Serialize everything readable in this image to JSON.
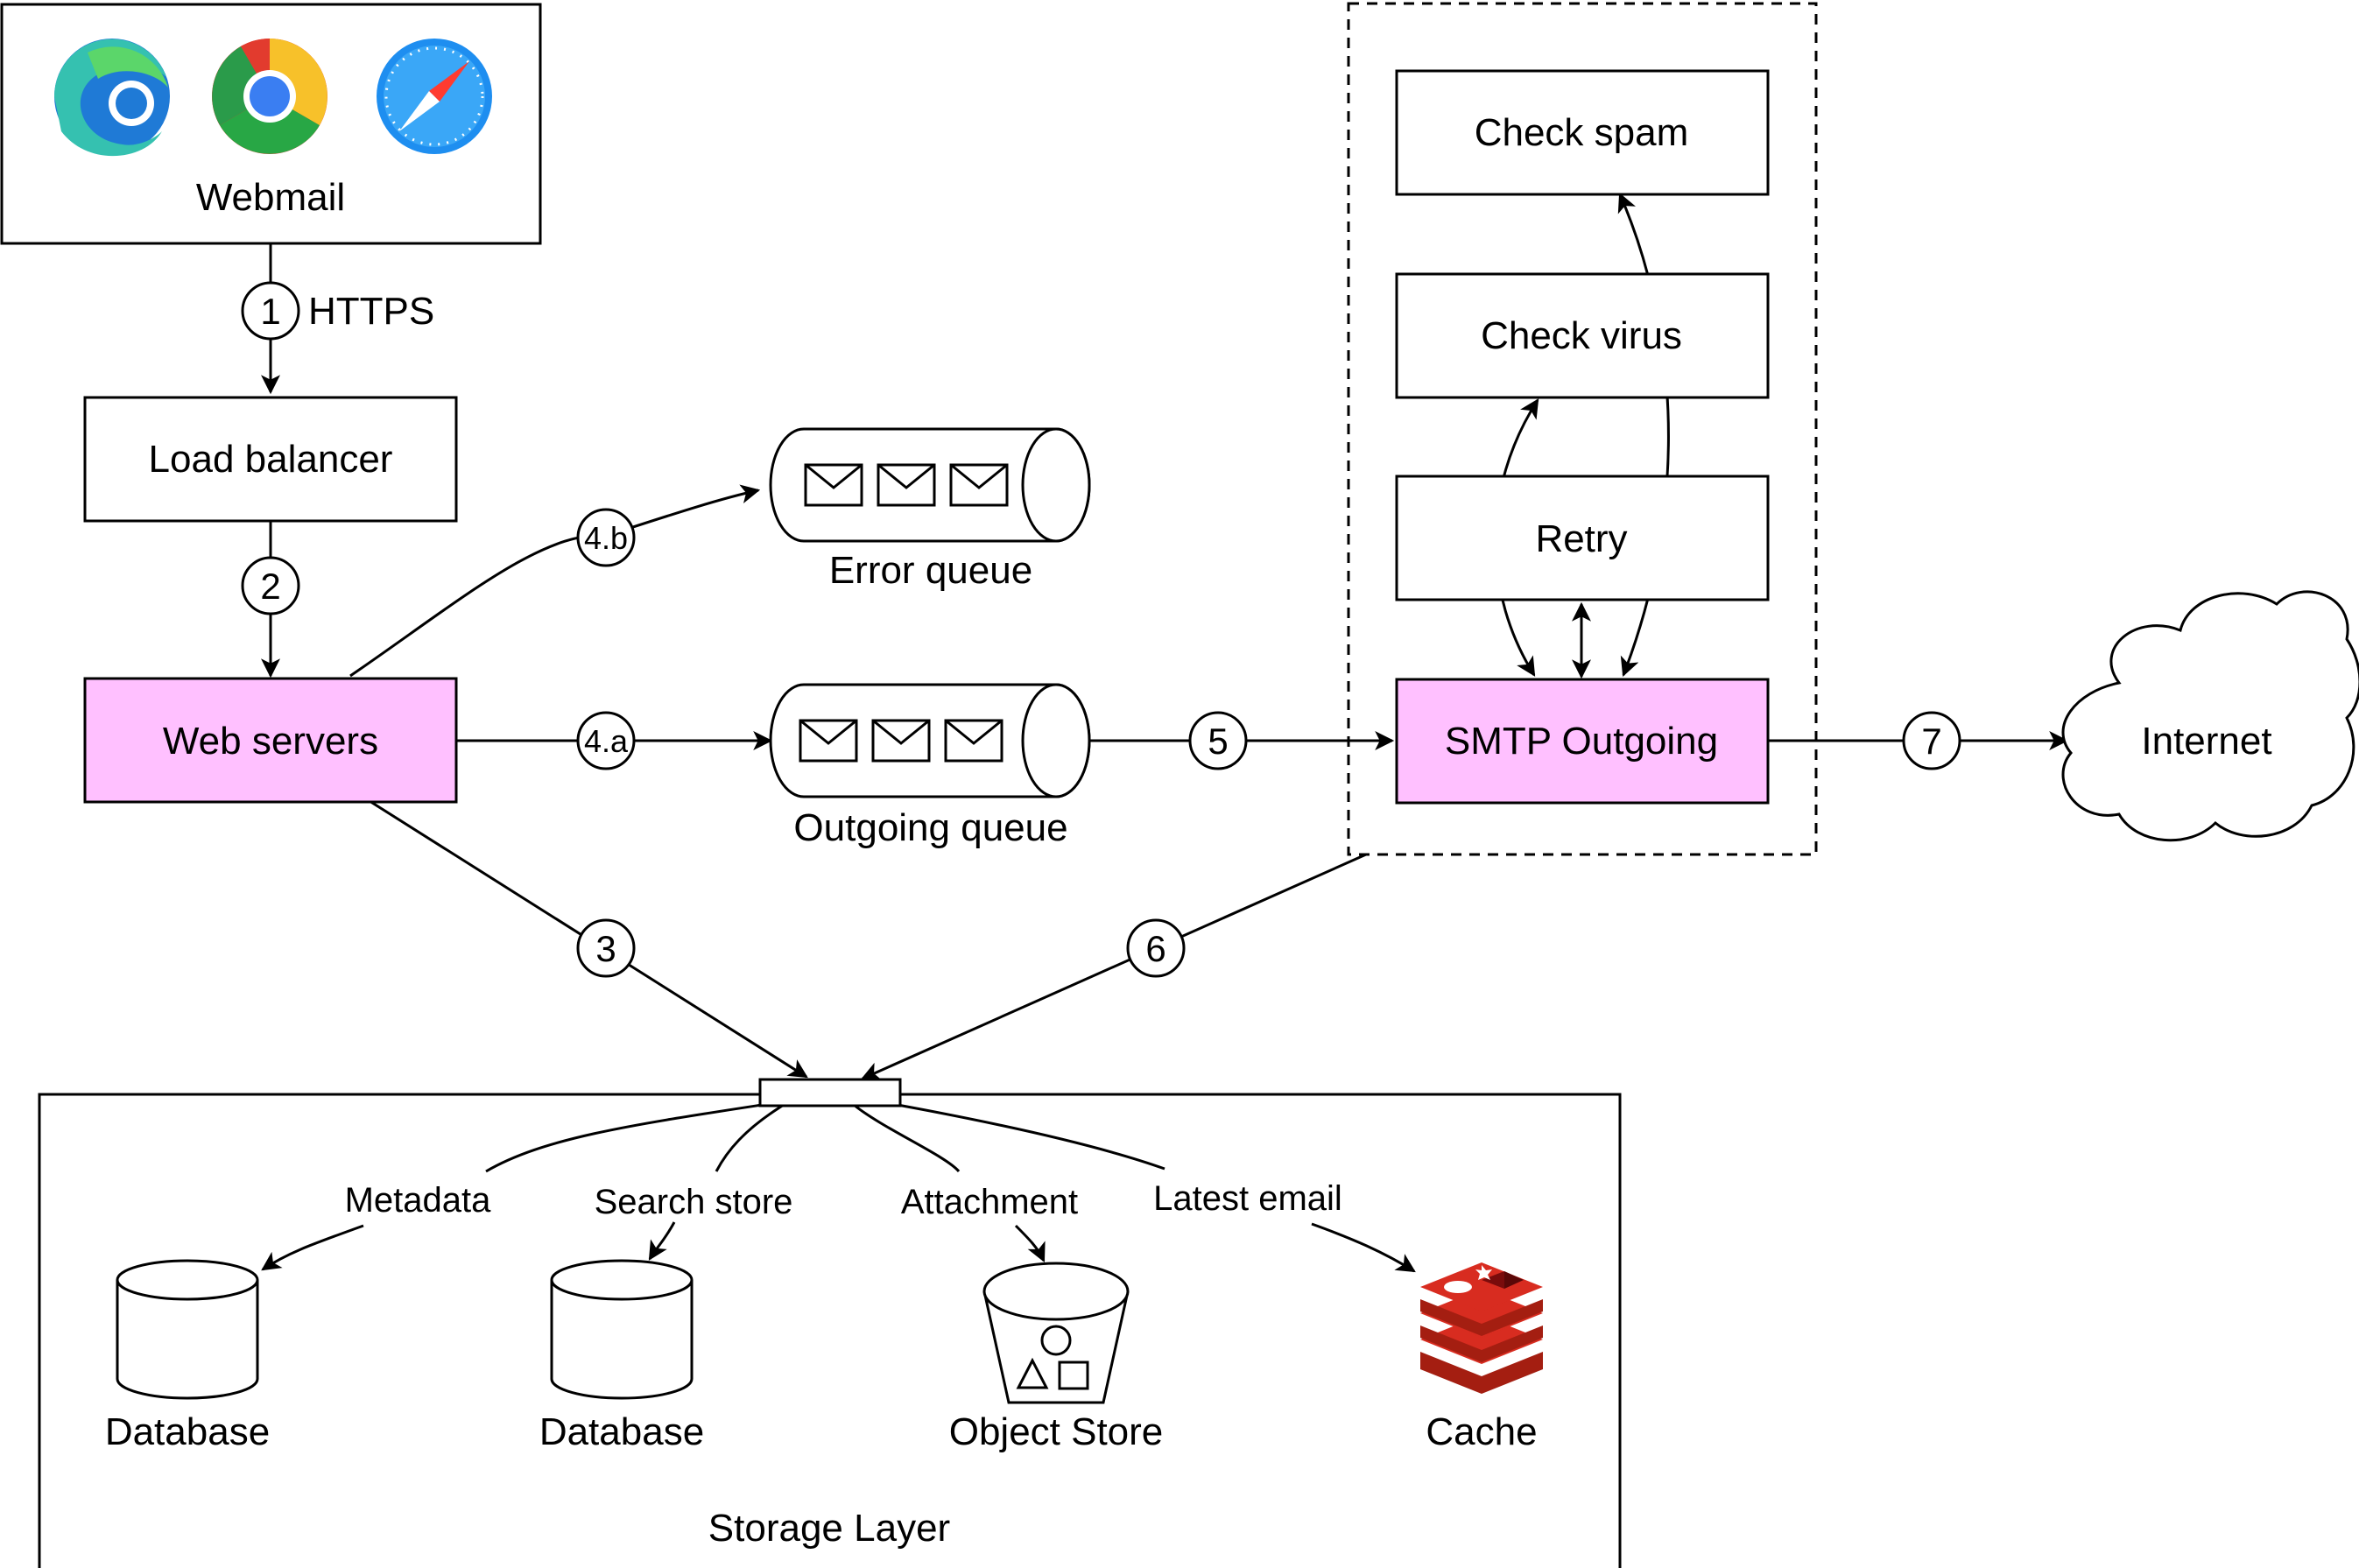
{
  "nodes": {
    "webmail": "Webmail",
    "load_balancer": "Load balancer",
    "web_servers": "Web servers",
    "error_queue": "Error queue",
    "outgoing_queue": "Outgoing queue",
    "check_spam": "Check spam",
    "check_virus": "Check virus",
    "retry": "Retry",
    "smtp_outgoing": "SMTP Outgoing",
    "internet": "Internet",
    "storage_layer": "Storage Layer",
    "database_1": "Database",
    "database_2": "Database",
    "object_store": "Object Store",
    "cache": "Cache"
  },
  "edges": {
    "step_1": "1",
    "https": "HTTPS",
    "step_2": "2",
    "step_3": "3",
    "step_4a": "4.a",
    "step_4b": "4.b",
    "step_5": "5",
    "step_6": "6",
    "step_7": "7",
    "metadata": "Metadata",
    "search_store": "Search store",
    "attachment": "Attachment",
    "latest_email": "Latest email"
  },
  "icons": {
    "browsers": [
      "edge-browser-icon",
      "chrome-browser-icon",
      "safari-browser-icon"
    ],
    "mail": "envelope-icon",
    "cache": "redis-icon"
  },
  "colors": {
    "highlight_fill": "#ffc0ff",
    "redis_red": "#d82c20"
  }
}
